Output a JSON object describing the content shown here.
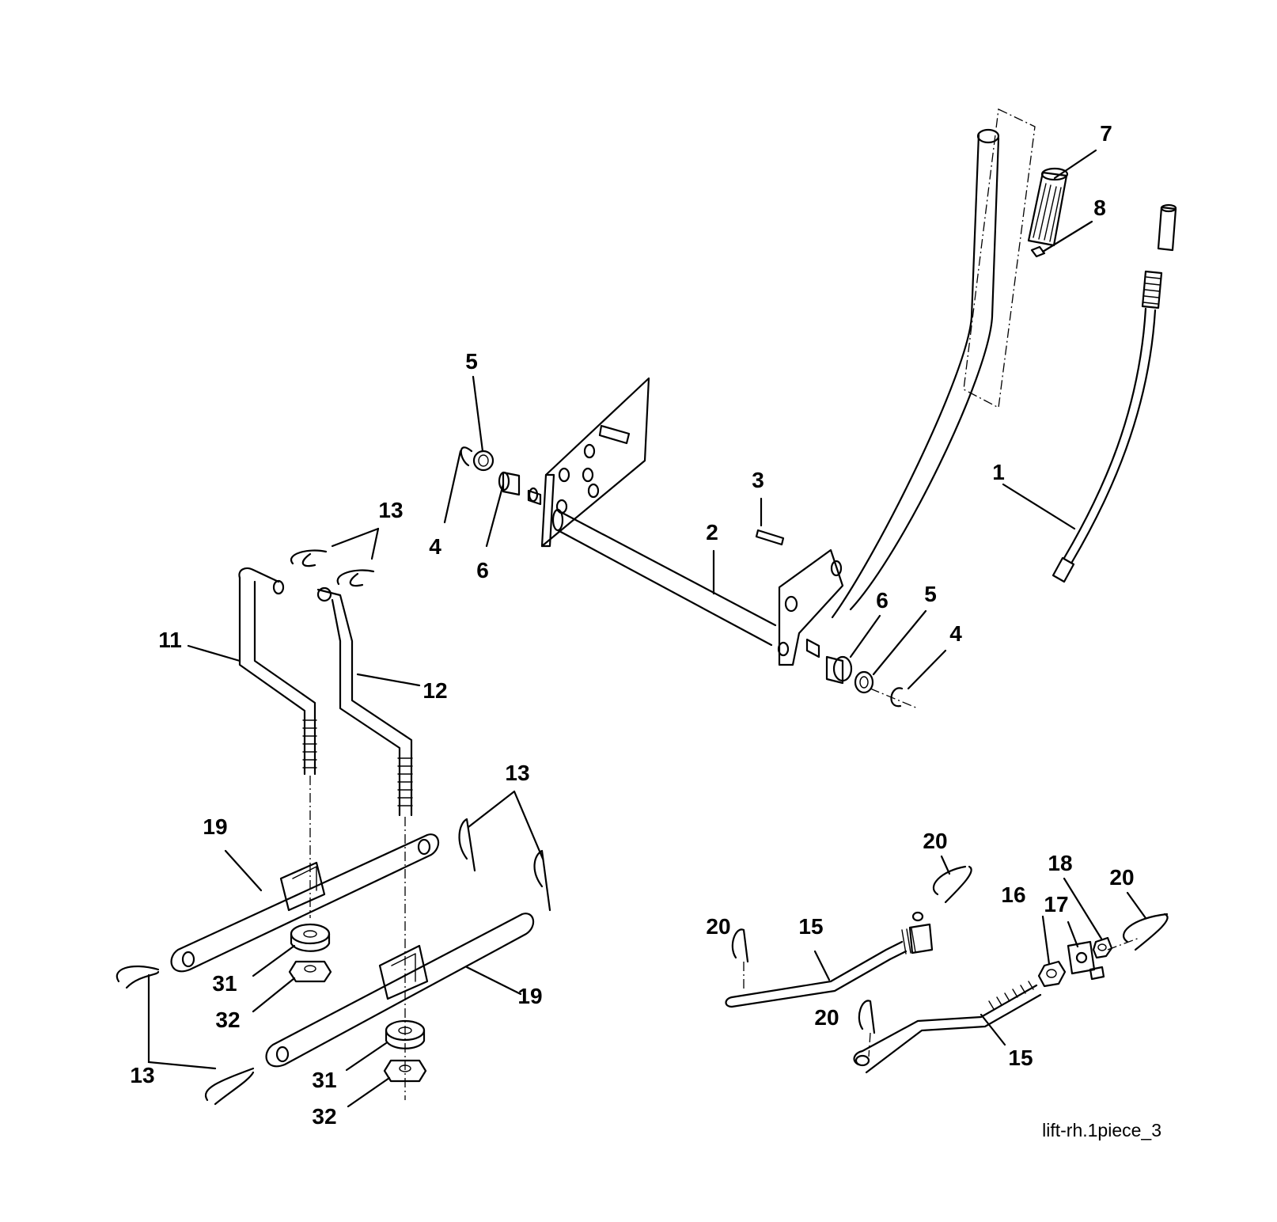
{
  "diagram": {
    "caption": "lift-rh.1piece_3",
    "callouts": {
      "c1": "1",
      "c2": "2",
      "c3": "3",
      "c4a": "4",
      "c4b": "4",
      "c5a": "5",
      "c5b": "5",
      "c6a": "6",
      "c6b": "6",
      "c7": "7",
      "c8": "8",
      "c11": "11",
      "c12": "12",
      "c13a": "13",
      "c13b": "13",
      "c13c": "13",
      "c15a": "15",
      "c15b": "15",
      "c16": "16",
      "c17": "17",
      "c18": "18",
      "c19a": "19",
      "c19b": "19",
      "c20a": "20",
      "c20b": "20",
      "c20c": "20",
      "c20d": "20",
      "c31a": "31",
      "c31b": "31",
      "c32a": "32",
      "c32b": "32"
    }
  }
}
